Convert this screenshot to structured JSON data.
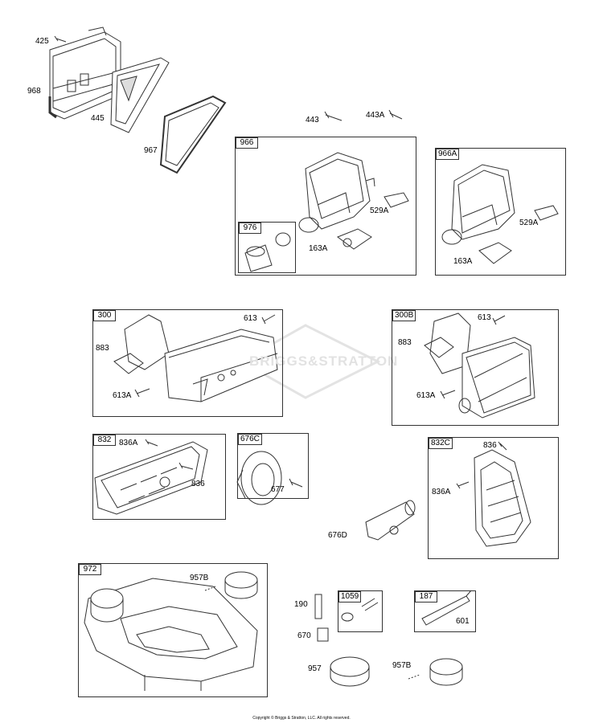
{
  "groups": {
    "966": "966",
    "976": "976",
    "966A": "966A",
    "300": "300",
    "300B": "300B",
    "832": "832",
    "676C": "676C",
    "832C": "832C",
    "972": "972",
    "1059": "1059",
    "187": "187"
  },
  "parts": {
    "425": "425",
    "968": "968",
    "445": "445",
    "967": "967",
    "443": "443",
    "443A": "443A",
    "529A_a": "529A",
    "163A_a": "163A",
    "529A_b": "529A",
    "163A_b": "163A",
    "613_a": "613",
    "883_a": "883",
    "613A_a": "613A",
    "613_b": "613",
    "883_b": "883",
    "613A_b": "613A",
    "836A_a": "836A",
    "836_a": "836",
    "677": "677",
    "836_b": "836",
    "836A_b": "836A",
    "676D": "676D",
    "957B_a": "957B",
    "190": "190",
    "670": "670",
    "957": "957",
    "957B_b": "957B",
    "601": "601"
  },
  "watermark": "BRIGGS&STRATTON",
  "copyright": "Copyright © Briggs & Stratton, LLC. All rights reserved.",
  "colors": {
    "line": "#333333",
    "fill": "#ffffff",
    "shade": "#d9d9d9",
    "watermark": "#e2e2e2"
  }
}
